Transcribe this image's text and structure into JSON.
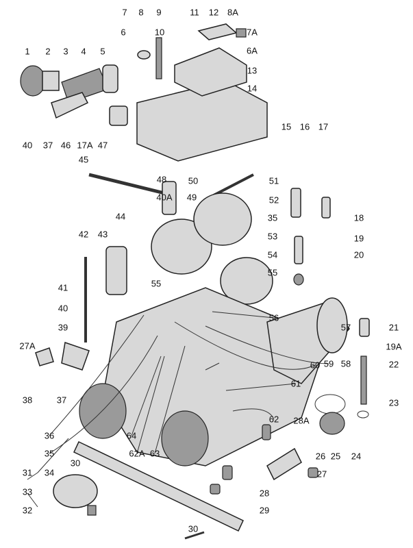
{
  "diagram": {
    "title": "Carburettor exploded view",
    "part_labels": [
      "1",
      "2",
      "3",
      "4",
      "5",
      "6",
      "7",
      "8",
      "9",
      "10",
      "11",
      "12",
      "8A",
      "7A",
      "6A",
      "13",
      "14",
      "15",
      "16",
      "17",
      "40",
      "37",
      "46",
      "17A",
      "47",
      "45",
      "48",
      "50",
      "51",
      "40A",
      "49",
      "52",
      "18",
      "44",
      "35",
      "42",
      "43",
      "53",
      "19",
      "54",
      "20",
      "55",
      "55",
      "41",
      "56",
      "40",
      "39",
      "57",
      "21",
      "19A",
      "59",
      "58",
      "60",
      "22",
      "27A",
      "38",
      "37",
      "61",
      "23",
      "36",
      "62",
      "28A",
      "35",
      "64",
      "62A",
      "63",
      "26",
      "25",
      "24",
      "31",
      "34",
      "30",
      "33",
      "27",
      "28",
      "32",
      "29",
      "30"
    ]
  }
}
